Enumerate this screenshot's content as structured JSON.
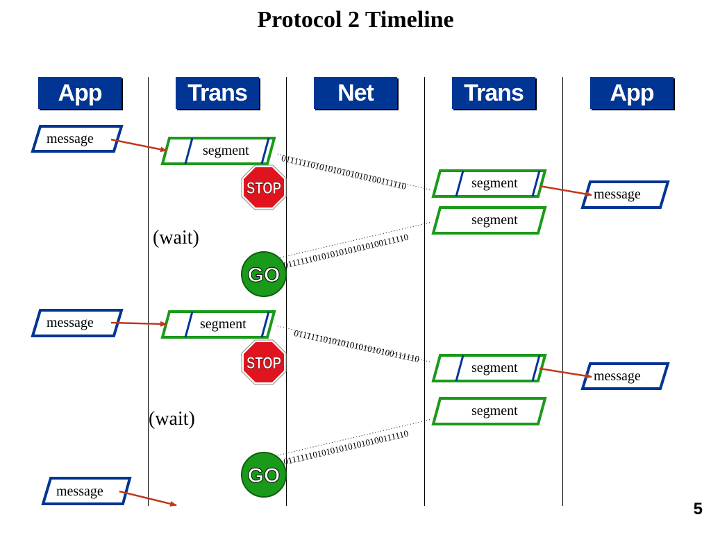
{
  "title": "Protocol 2 Timeline",
  "headers": [
    "App",
    "Trans",
    "Net",
    "Trans",
    "App"
  ],
  "labels": {
    "message": "message",
    "segment": "segment",
    "wait": "(wait)",
    "stop": "STOP",
    "go": "GO",
    "bits": "01111110101010101010100111110"
  },
  "page_number": "5",
  "colors": {
    "header_bg": "#003594",
    "message_border": "#003594",
    "segment_border": "#1a9a1a",
    "arrow": "#c0391b",
    "stop_red": "#e0141e",
    "go_green": "#1a9a1a"
  }
}
